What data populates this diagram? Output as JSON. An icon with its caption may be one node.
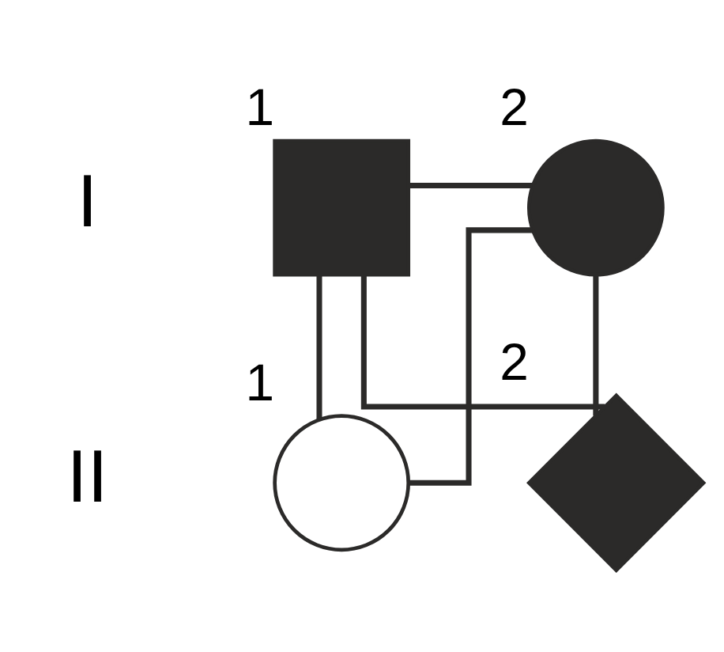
{
  "diagram": {
    "nodes": [
      {
        "text": [],
        "shape": "box",
        "beside": [
          "1"
        ]
      },
      {
        "text": [],
        "shape": "circle",
        "beside": [
          "2"
        ]
      },
      {
        "text": [],
        "shape": "circle",
        "beside": [
          "1"
        ]
      },
      {
        "text": [],
        "shape": "diamond",
        "beside": [
          "2"
        ]
      }
    ],
    "edges": [
      {
        "from": 0,
        "to": 1,
        "arrow": "none"
      },
      {
        "from": 0,
        "to": 2,
        "arrow": "none"
      },
      {
        "from": 0,
        "to": 3,
        "arrow": "none"
      },
      {
        "from": 1,
        "to": 2,
        "arrow": "none"
      },
      {
        "from": 1,
        "to": 3,
        "arrow": "none"
      }
    ],
    "labels": [
      "I",
      "II"
    ]
  }
}
